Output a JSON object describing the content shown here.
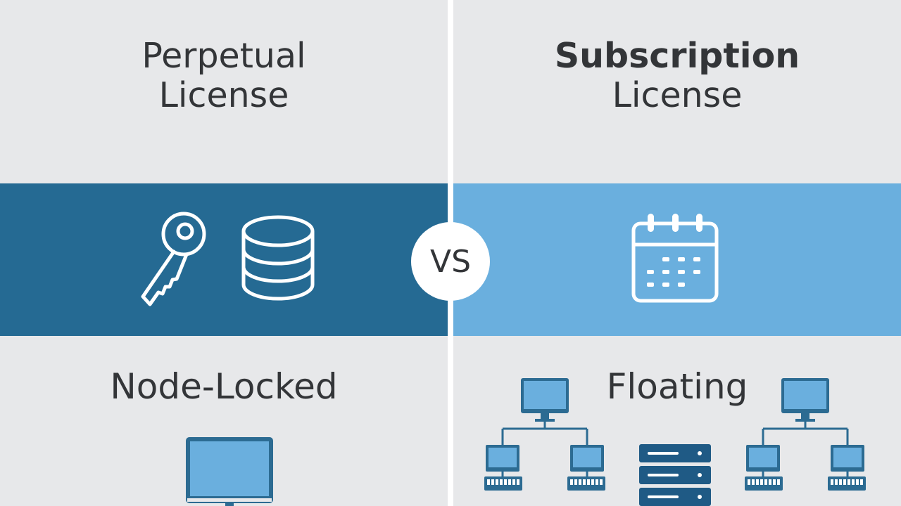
{
  "left": {
    "title_line1": "Perpetual",
    "title_line2": "License",
    "bottom_label": "Node-Locked",
    "icons": [
      "key-icon",
      "database-icon",
      "monitor-icon"
    ]
  },
  "right": {
    "title_line1": "Subscription",
    "title_line2": "License",
    "bottom_label": "Floating",
    "icons": [
      "calendar-icon",
      "network-icon",
      "server-icon"
    ]
  },
  "center_badge": "VS",
  "colors": {
    "background": "#e7e8ea",
    "left_band": "#256a93",
    "right_band": "#6aafde",
    "text": "#333538",
    "icon_navy": "#2c6b92",
    "screen_fill": "#6aafde",
    "server": "#1f5a85"
  }
}
